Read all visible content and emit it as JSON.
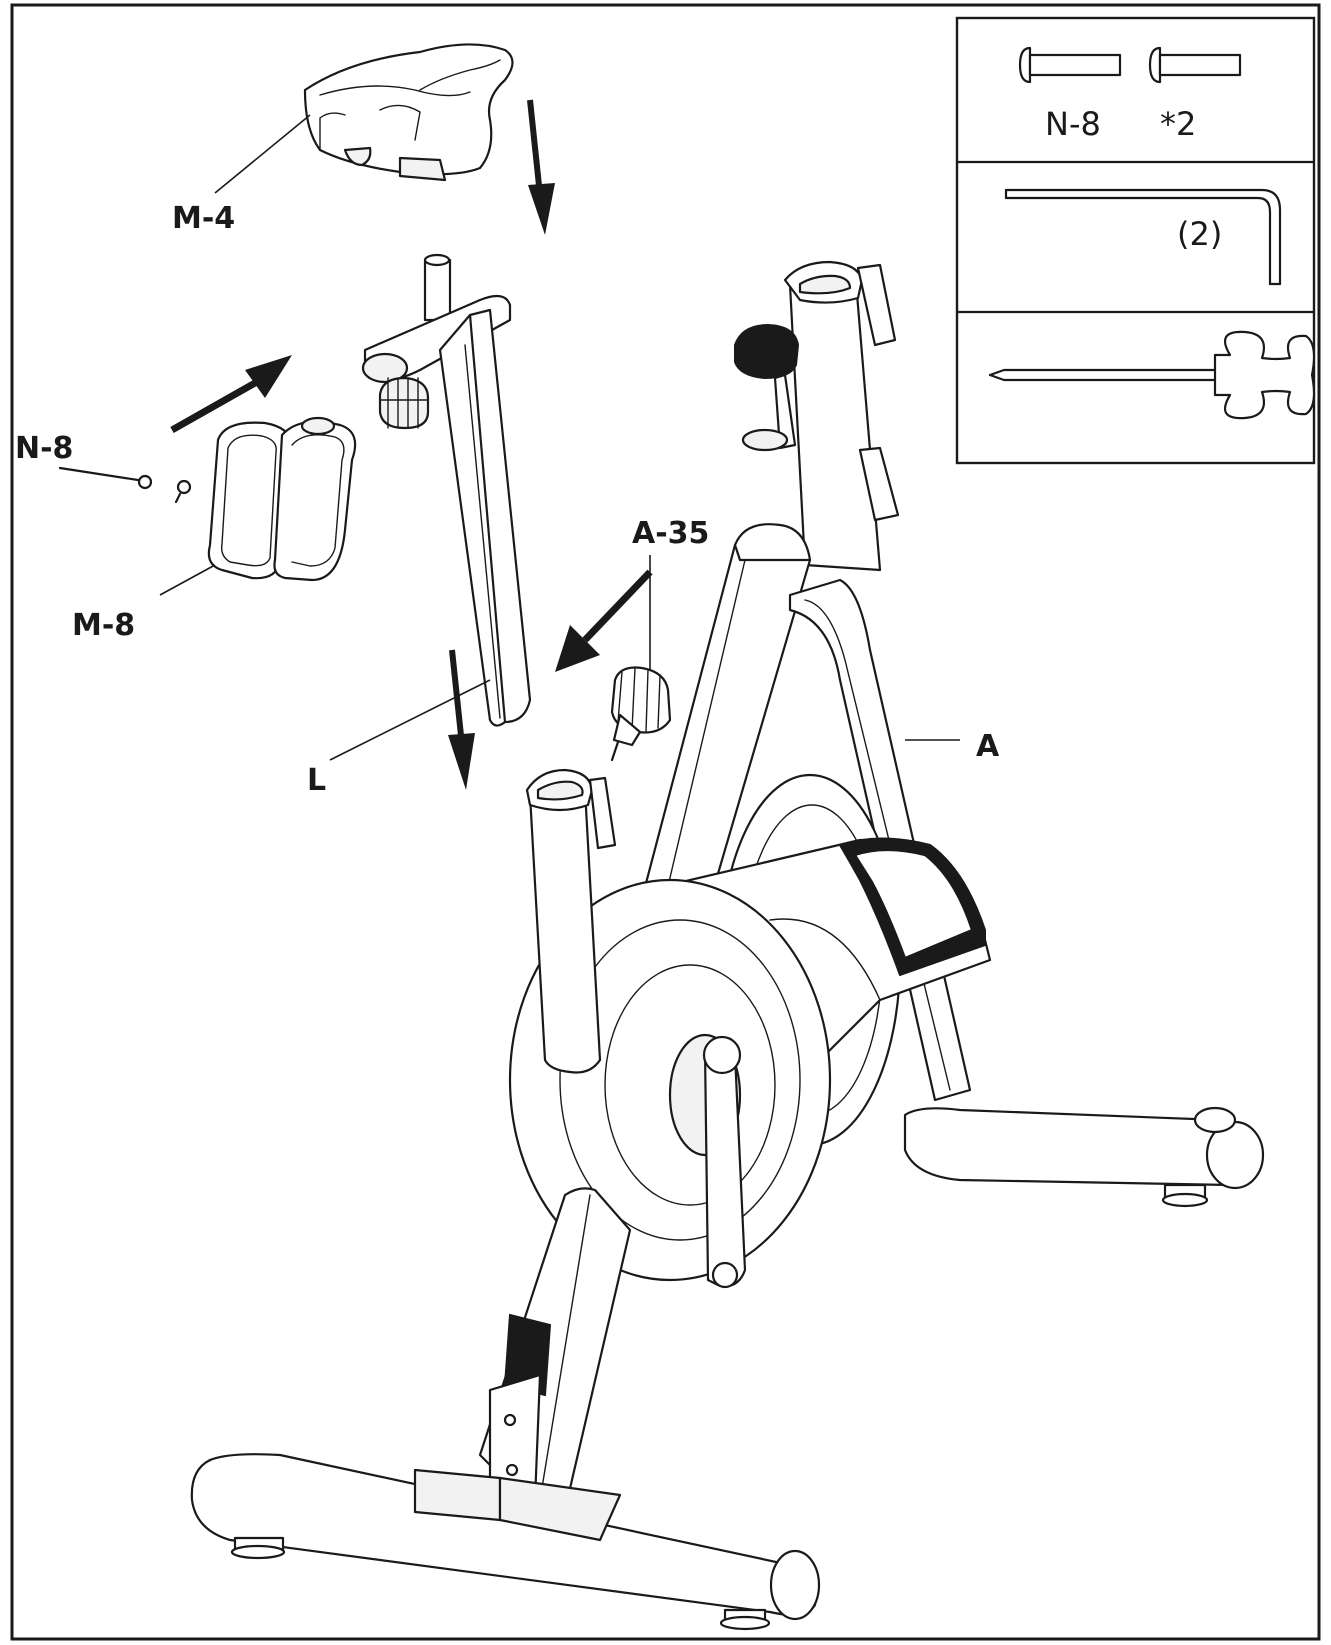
{
  "labels": {
    "seat": "M-4",
    "bolt_left": "N-8",
    "holder": "M-8",
    "seat_post": "L",
    "knob": "A-35",
    "frame": "A"
  },
  "parts_box": {
    "bolt_label": "N-8",
    "bolt_qty": "*2",
    "wrench_qty": "(2)"
  },
  "colors": {
    "line": "#1a1a1a",
    "background": "#ffffff"
  }
}
